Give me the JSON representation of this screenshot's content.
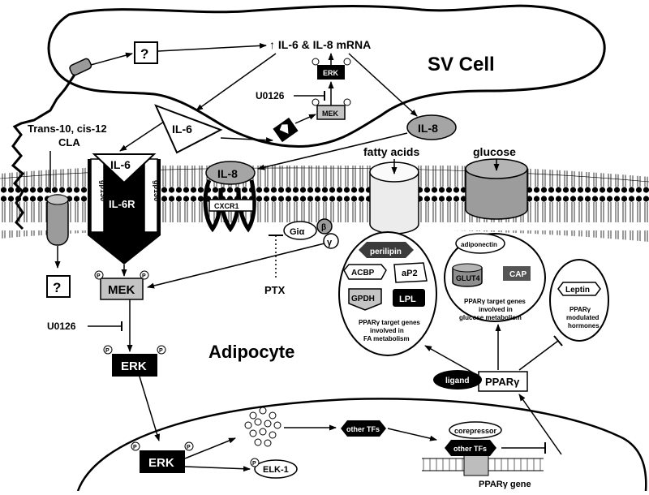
{
  "regions": {
    "sv_cell": "SV Cell",
    "adipocyte": "Adipocyte"
  },
  "labels": {
    "cla": [
      "Trans-10, cis-12",
      "CLA"
    ],
    "unknown_top": "?",
    "unknown_left": "?",
    "mrna": "↑ IL-6 & IL-8 mRNA",
    "u0126_sv": "U0126",
    "u0126_adipocyte": "U0126",
    "erk_sv": "ERK",
    "mek_sv": "MEK",
    "il6_sv": "IL-6",
    "il8_sv": "IL-8",
    "il6_bound": "IL-6",
    "il6r": "IL-6R",
    "gp130_left": "gp130",
    "gp130_right": "gp130",
    "il8_bound": "IL-8",
    "cxcr1": "CXCR1",
    "gi": "Giα",
    "beta": "β",
    "gamma": "γ",
    "ptx": "PTX",
    "fatty_acids": "fatty acids",
    "glucose": "glucose",
    "mek_adipocyte": "MEK",
    "erk_adipocyte": "ERK",
    "erk_nucleus": "ERK",
    "elk1": "ELK-1",
    "phospho": "P",
    "other_tfs": "other TFs",
    "other_tfs_bound": "other TFs",
    "corepressor": "corepressor",
    "ppar_gene": "PPARγ gene",
    "ligand": "ligand",
    "ppar": "PPARγ"
  },
  "groups": {
    "fa": {
      "genes": [
        "perilipin",
        "ACBP",
        "aP2",
        "GPDH",
        "LPL"
      ],
      "caption": [
        "PPARγ target genes",
        "involved in",
        "FA metabolism"
      ]
    },
    "glucose": {
      "genes": [
        "adiponectin",
        "GLUT4",
        "CAP"
      ],
      "caption": [
        "PPARγ target genes",
        "involved in",
        "glucose metabolism"
      ]
    },
    "hormones": {
      "genes": [
        "Leptin"
      ],
      "caption": [
        "PPARγ",
        "modulated",
        "hormones"
      ]
    }
  }
}
